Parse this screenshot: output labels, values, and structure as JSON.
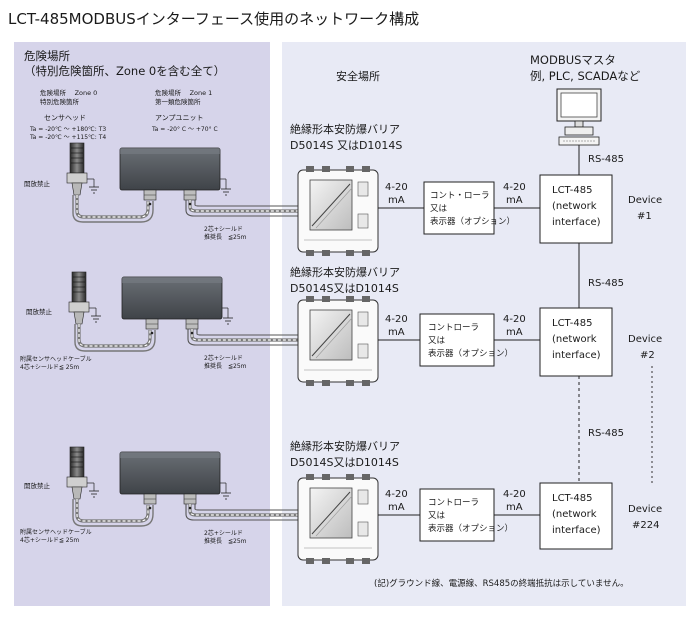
{
  "title": "LCT-485MODBUSインターフェース使用のネットワーク構成",
  "hazard": {
    "heading_line1": "危険場所",
    "heading_line2": "（特別危険箇所、Zone 0を含む全て）",
    "sensor_zone_line1": "危険場所　 Zone 0",
    "sensor_zone_line2": "特別危険箇所",
    "amp_zone_line1": "危険場所　 Zone 1",
    "amp_zone_line2": "第一類危険箇所",
    "sensor_head": "センサヘッド",
    "sensor_temp_line1": "Ta = -20℃ 〜 +180℃: T3",
    "sensor_temp_line2": "Ta = -20℃ 〜 +115℃: T4",
    "amp_unit": "アンプユニット",
    "amp_temp": "Ta = -20°  C 〜 +70°  C",
    "no_open": "開放禁止",
    "cable_line1": "2芯+シールド",
    "cable_line2": "推奨長　≦25m",
    "sensor_cable_line1": "附属センサヘッドケーブル",
    "sensor_cable_line2": "4芯+シールド≦ 25m"
  },
  "safe": {
    "heading": "安全場所",
    "master_line1": "MODBUSマスタ",
    "master_line2": "例, PLC, SCADAなど",
    "note": "(記)グラウンド線、電源線、RS485の終端抵抗は示していません。"
  },
  "rows": [
    {
      "barrier_line1": "絶縁形本安防爆バリア",
      "barrier_line2": "D5014S 又はD1014S",
      "current": "4-20",
      "unit": "mA",
      "controller_line1": "コント・ローラ",
      "controller_line2": "又は",
      "controller_line3": "表示器（オプション）",
      "lct_line1": "LCT-485",
      "lct_line2": "(network",
      "lct_line3": "interface)",
      "device_line1": "Device",
      "device_line2": "#1"
    },
    {
      "barrier_line1": "絶縁形本安防爆バリア",
      "barrier_line2": "D5014S又はD1014S",
      "current": "4-20",
      "unit": "mA",
      "controller_line1": "コントローラ",
      "controller_line2": "又は",
      "controller_line3": "表示器（オプション）",
      "lct_line1": "LCT-485",
      "lct_line2": "(network",
      "lct_line3": "interface)",
      "device_line1": "Device",
      "device_line2": "#2"
    },
    {
      "barrier_line1": "絶縁形本安防爆バリア",
      "barrier_line2": "D5014S又はD1014S",
      "current": "4-20",
      "unit": "mA",
      "controller_line1": "コントローラ",
      "controller_line2": "又は",
      "controller_line3": "表示器（オプション）",
      "lct_line1": "LCT-485",
      "lct_line2": "(network",
      "lct_line3": "interface)",
      "device_line1": "Device",
      "device_line2": "#224"
    }
  ],
  "rs485_labels": [
    "RS-485",
    "RS-485",
    "RS-485"
  ],
  "colors": {
    "hazard_bg": "#d6d4ea",
    "safe_bg": "#e8eaf5",
    "device_fill": "#555a60",
    "line": "#222222"
  }
}
